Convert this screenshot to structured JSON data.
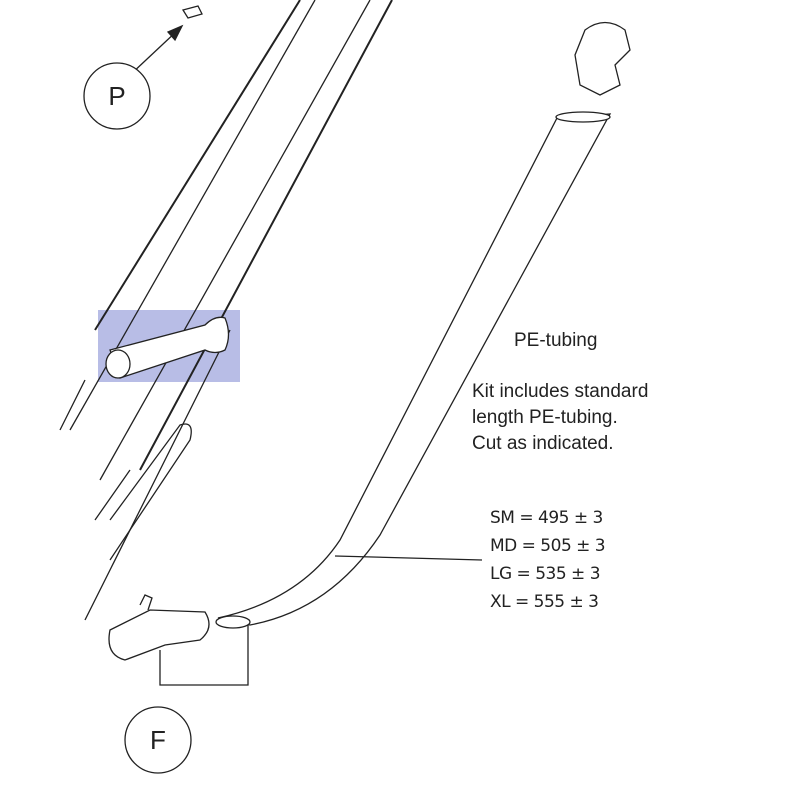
{
  "callouts": {
    "p": "P",
    "f": "F"
  },
  "title": "PE-tubing",
  "note": [
    "Kit includes standard",
    "length PE-tubing.",
    "Cut as indicated."
  ],
  "sizes": [
    "SM = 495 ± 3",
    "MD = 505 ± 3",
    "LG = 535 ± 3",
    "XL = 555 ± 3"
  ],
  "colors": {
    "highlight": "#b8bde6",
    "line": "#222222"
  }
}
